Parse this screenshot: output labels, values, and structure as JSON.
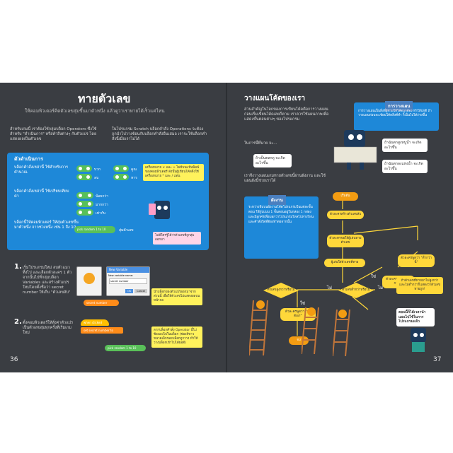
{
  "left_page": {
    "title": "ทายตัวเลข",
    "subtitle": "ให้คอมพิวเตอร์คิดตัวเลขสุ่มขึ้นมาตัวหนึ่ง แล้วดูว่าเราทายได้เร็วแค่ไหน",
    "intro_col1": "สำหรับเกมนี้ เราต้องใช้กลุ่มบล็อก Operators ซึ่งใช้สำหรับ \"ดำเนินการ\" หรือทำสิ่งต่างๆ กับตัวแปร โดยแสดงผลเป็นตัวเลข",
    "intro_col2": "ในโปรแกรม Scratch บล็อกคำสั่ง Operations จะต้องถูกนำไปวางซ้อนกับบล็อกคำสั่งอื่นเสมอ เราจะใช้บล็อกคำสั่งนี้เมื่อเราไม่ได้",
    "panel": {
      "title": "ตัวดำเนินการ",
      "row1_text": "บล็อกคำสั่งเหล่านี้ ใช้สำหรับการคำนวณ",
      "row2_text": "บล็อกคำสั่งเหล่านี้ ใช้เปรียบเทียบค่า",
      "row3_text": "บล็อกนี้ให้คอมพิวเตอร์ ให้สุ่มตัวเลขขึ้นมาตัวหนึ่ง จากช่วงหนึ่ง เช่น 1 ถึง 10",
      "op_plus": "บวก",
      "op_minus": "ลบ",
      "op_times": "คูณ",
      "op_div": "หาร",
      "cmp_lt": "น้อยกว่า",
      "cmp_gt": "มากกว่า",
      "cmp_eq": "เท่ากับ",
      "random_block": "pick random 1 to 10",
      "random_label": "สุ่มตัวเลข",
      "note_yellow": "เครื่องหมาย × และ ÷ ไม่มีบนแป้นพิมพ์ของคอมพิวเตอร์ ดังนั้นผู้เขียนโค้ดจึงใช้เครื่องหมาย * และ / แทน",
      "note_pink": "ไม่มีใครรู้ได้ว่าตัวเลขที่ถูกสุ่มออกมา"
    },
    "step1": {
      "num": "1.",
      "text": "เริ่มโปรแกรมใหม่ ลบตัวแมวทิ้งไป และเลือกตัวละคร 1 ตัว จากนั้นไปที่กลุ่มบล็อก Variables และสร้างตัวแปรใหม่โดยตั้งชื่อว่า secret number ให้เก็บ \"ตัวเลขลับ\"",
      "window_title": "New Variable",
      "field_label": "New variable name:",
      "field_value": "secret number",
      "ok": "OK",
      "cancel": "Cancel",
      "note": "นำบล็อกของตัวแปรออกมาจากส่วนนี้ เพื่อให้ตัวเลขไม่แสดงผลบนหน้าจอ",
      "var_block": "secret number"
    },
    "step2": {
      "num": "2.",
      "text": "ตั้งคอมพิวเตอร์ให้สั่งค่าตัวแปรเป็นตัวเลขสุ่มทุกครั้งที่เริ่มเกมใหม่",
      "note": "ลากบล็อกคำสั่ง Operator นี้ไปซ้อนลงไปในบล็อก (ช่องสีขาว ขนาดเล็กของบล็อกถูกวาง ทำให้วางบล็อกเข้าไปได้ยอดี)",
      "block_flag": "when clicked",
      "block_set": "set secret number to",
      "block_random": "pick random 1 to 10"
    },
    "page_num": "36"
  },
  "right_page": {
    "title": "วางแผนโค้ดของเรา",
    "intro": "ส่วนสำคัญในโลกของการเขียนโค้ดคือการวางแผน ก่อนเริ่มเขียนโค้ดเลยก็ตาม เราควรใช้แผนภาพเพื่อแสดงขั้นตอนต่างๆ ของโปรแกรม",
    "intro2": "ในการนี้ที่นาย จะ...",
    "intro3": "เราจึงวางแผนเกมทายตัวเลขนี้ผ่านผังงาน และใช้แผนผังนี้ช่วยเราได้",
    "planning_card_title": "การวางแผน",
    "planning_card_text": "การวางแผนเป็นสิ่งที่ผู้ช่วยให้โค้ดถูกต้อง ทำให้ปกติ ถ้าวางแผนก่อนจะเขียนโค้ดสิ่งที่ทำ ก็เป็นไปได้ง่ายขึ้น",
    "bubble1": "ถ้าเป็นตลกดู จะเกิดอะไรขึ้น",
    "bubble2": "ถ้าฉันตกสูงหนูน้ำ จะเกิดอะไรขึ้น",
    "bubble3": "ถ้าฉันตกลงแห่งน้ำ จะเกิดอะไรขึ้น",
    "flowchart_card_title": "ผังงาน",
    "flowchart_card_text": "ระหว่างพีบบนผังงานโค้ดโปรแกรมในแต่ละขั้นตอน ใช้รูปแบบ 1 ขั้นตอนอยู่ในกล่อง 1 กล่อง และมีลูกศรเพื่อบอกว่าโปรแกรมไหลไปทางไหน และคำสั่งใดที่ต้องทำต่อจากนั้น",
    "fc_start": "เริ่มต้น",
    "fc_create": "ตัวละครสร้างตัวเลขลับ",
    "fc_ask": "ตัวละครขอให้ผู้เล่นทายตัวเลข",
    "fc_input": "ผู้เล่นใส่ตัวเลขที่ทาย",
    "fc_q1": "ตัวเลขสูงกว่าหรือไม่",
    "fc_q2": "ตัวเลขต่ำกว่าหรือไม่",
    "fc_high": "ตัวละครพูดว่า \"ต่ำกว่านี้\"",
    "fc_low": "ตัวละครพูดว่า \"สูงกว่านี้\"",
    "fc_right": "ตัวละครพูดว่า \"ถูกต้อง!\"",
    "fc_end": "จบ",
    "fc_note": "ถ้าตัวเลขที่ทายมาไม่สูงกว่าและไม่ต่ำกว่าก็แสดงว่าตัวเลขทายถูก!",
    "yes": "ใช่",
    "no": "ไม่",
    "end_bubble": "ตอนนี้ก็ได้เวลานำแผนไปใช้ในการโปรแกรมแล้ว",
    "page_num": "37"
  }
}
